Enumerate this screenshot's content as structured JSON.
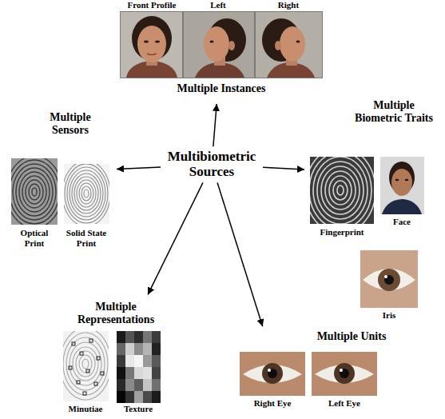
{
  "diagram": {
    "nodes": [
      {
        "text": [
          "Multibiometric Sources"
        ]
      },
      {
        "text": [
          "Multiple Instances"
        ]
      },
      {
        "text": [
          "Multiple Biometric Traits"
        ]
      },
      {
        "text": [
          "Multiple Sensors"
        ]
      },
      {
        "text": [
          "Multiple Representations"
        ]
      },
      {
        "text": [
          "Multiple Units"
        ]
      }
    ],
    "edges": [
      {
        "from": 0,
        "to": 1,
        "arrow": "to"
      },
      {
        "from": 0,
        "to": 2,
        "arrow": "to"
      },
      {
        "from": 0,
        "to": 3,
        "arrow": "to"
      },
      {
        "from": 0,
        "to": 4,
        "arrow": "to"
      },
      {
        "from": 0,
        "to": 5,
        "arrow": "to"
      }
    ],
    "labels": [
      "Front Profile",
      "Left",
      "Right",
      "Fingerprint",
      "Face",
      "Iris",
      "Optical Print",
      "Solid State Print",
      "Minutiae",
      "Texture",
      "Right Eye",
      "Left Eye"
    ]
  }
}
